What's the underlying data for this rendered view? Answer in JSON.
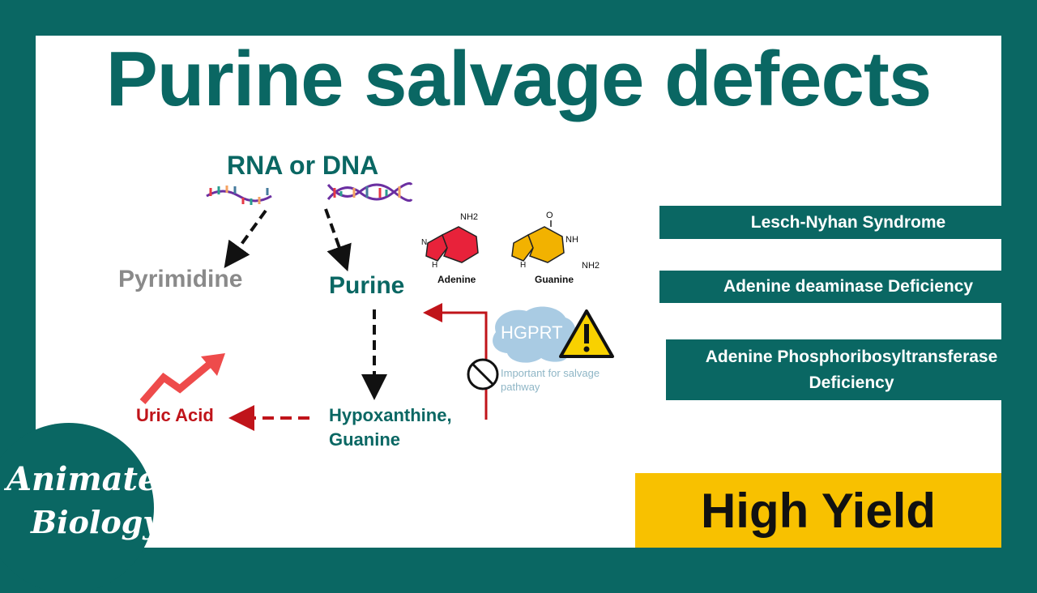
{
  "title": "Purine salvage defects",
  "diagram": {
    "source": "RNA or DNA",
    "pyrimidine": "Pyrimidine",
    "purine": "Purine",
    "adenine": "Adenine",
    "guanine": "Guanine",
    "adenine_nh2": "NH2",
    "guanine_nh2": "NH2",
    "guanine_nh": "NH",
    "guanine_o": "O",
    "ring_n": "N",
    "ring_h": "H",
    "hypoxanthine_line1": "Hypoxanthine,",
    "hypoxanthine_line2": "Guanine",
    "uric_acid": "Uric Acid",
    "enzyme": "HGPRT",
    "enzyme_note": "Important for salvage pathway"
  },
  "conditions": [
    "Lesch-Nyhan Syndrome",
    "Adenine deaminase Deficiency",
    "Adenine Phosphoribosyltransferase Deficiency"
  ],
  "badge": "High Yield",
  "logo": {
    "line1": "Animated",
    "line2": "Biology"
  },
  "colors": {
    "teal": "#0a6763",
    "red": "#c0141a",
    "yellow": "#f8c100",
    "adenine_red": "#e8223a",
    "guanine_yellow": "#f2b200",
    "hgprt_blue": "#a9cbe3"
  }
}
